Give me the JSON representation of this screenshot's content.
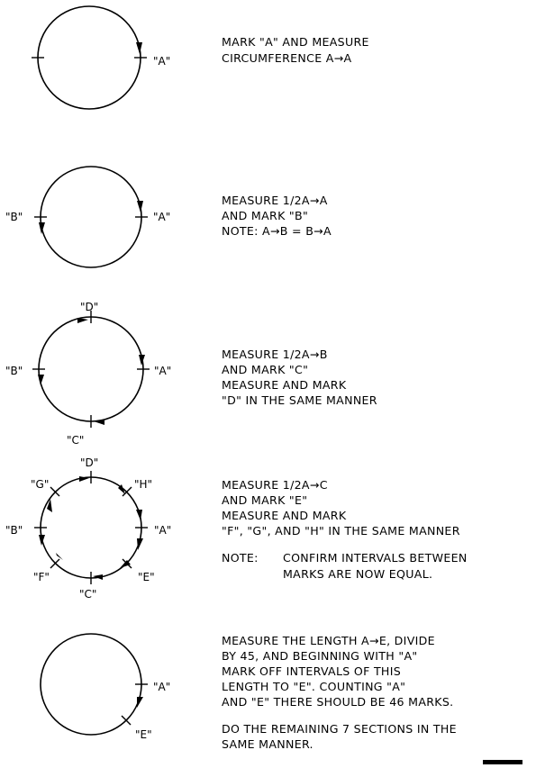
{
  "steps": [
    {
      "labels": {
        "A": "\"A\""
      },
      "instruction": [
        "MARK \"A\" AND MEASURE",
        "CIRCUMFERENCE A→A"
      ]
    },
    {
      "labels": {
        "A": "\"A\"",
        "B": "\"B\""
      },
      "instruction": [
        "MEASURE 1/2A→A",
        "AND MARK \"B\"",
        "NOTE: A→B = B→A"
      ]
    },
    {
      "labels": {
        "A": "\"A\"",
        "B": "\"B\"",
        "C": "\"C\"",
        "D": "\"D\""
      },
      "instruction": [
        "MEASURE 1/2A→B",
        "AND MARK \"C\"",
        "MEASURE AND MARK",
        "\"D\" IN THE SAME MANNER"
      ]
    },
    {
      "labels": {
        "A": "\"A\"",
        "B": "\"B\"",
        "C": "\"C\"",
        "D": "\"D\"",
        "E": "\"E\"",
        "F": "\"F\"",
        "G": "\"G\"",
        "H": "\"H\""
      },
      "instruction": [
        "MEASURE 1/2A→C",
        "AND MARK \"E\"",
        "MEASURE AND MARK",
        "\"F\", \"G\", AND \"H\" IN THE SAME MANNER"
      ],
      "note_label": "NOTE:",
      "note": [
        "CONFIRM INTERVALS BETWEEN",
        "MARKS ARE NOW EQUAL."
      ]
    },
    {
      "labels": {
        "A": "\"A\"",
        "E": "\"E\""
      },
      "instruction": [
        "MEASURE THE LENGTH A→E, DIVIDE",
        "BY 45, AND BEGINNING WITH \"A\"",
        "MARK OFF INTERVALS OF THIS",
        "LENGTH TO \"E\".  COUNTING \"A\"",
        "AND \"E\" THERE SHOULD BE 46 MARKS."
      ],
      "closing": [
        "DO THE REMAINING 7 SECTIONS IN THE",
        "SAME MANNER."
      ]
    }
  ]
}
